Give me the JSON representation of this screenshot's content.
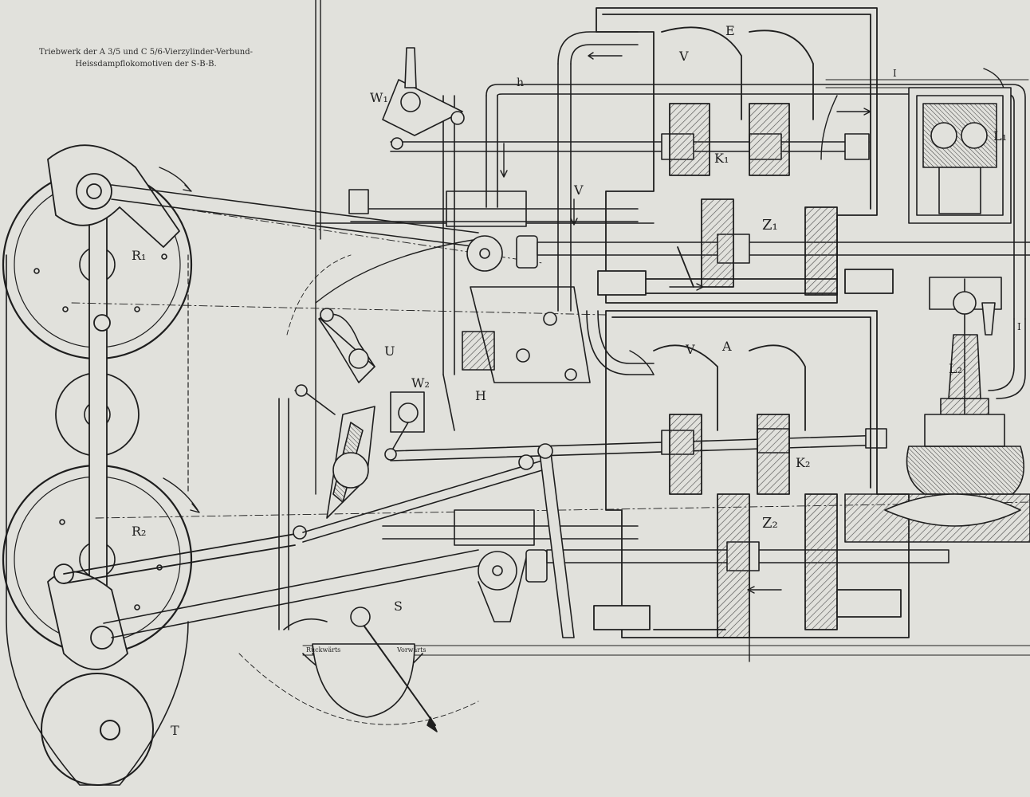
{
  "title": {
    "line1": "Triebwerk der A 3/5 und C 5/6-Vierzylinder-Verbund-",
    "line2": "Heissdampflokomotiven der S-B-B."
  },
  "labels": {
    "R1": "R₁",
    "R2": "R₂",
    "T": "T",
    "U": "U",
    "S": "S",
    "H": "H",
    "W1": "W₁",
    "W2": "W₂",
    "h": "h",
    "V_top": "V",
    "V_mid": "V",
    "V_low": "V",
    "E": "E",
    "A": "A",
    "K1": "K₁",
    "K2": "K₂",
    "Z1": "Z₁",
    "Z2": "Z₂",
    "L1": "L₁",
    "L2": "L₂",
    "I_top": "I",
    "I_right": "I"
  },
  "quadrant": {
    "left": "Rückwärts",
    "right": "Vorwärts"
  },
  "colors": {
    "paper": "#e1e1dc",
    "ink": "#1e1e1e",
    "hatch": "#4a4a4a"
  }
}
